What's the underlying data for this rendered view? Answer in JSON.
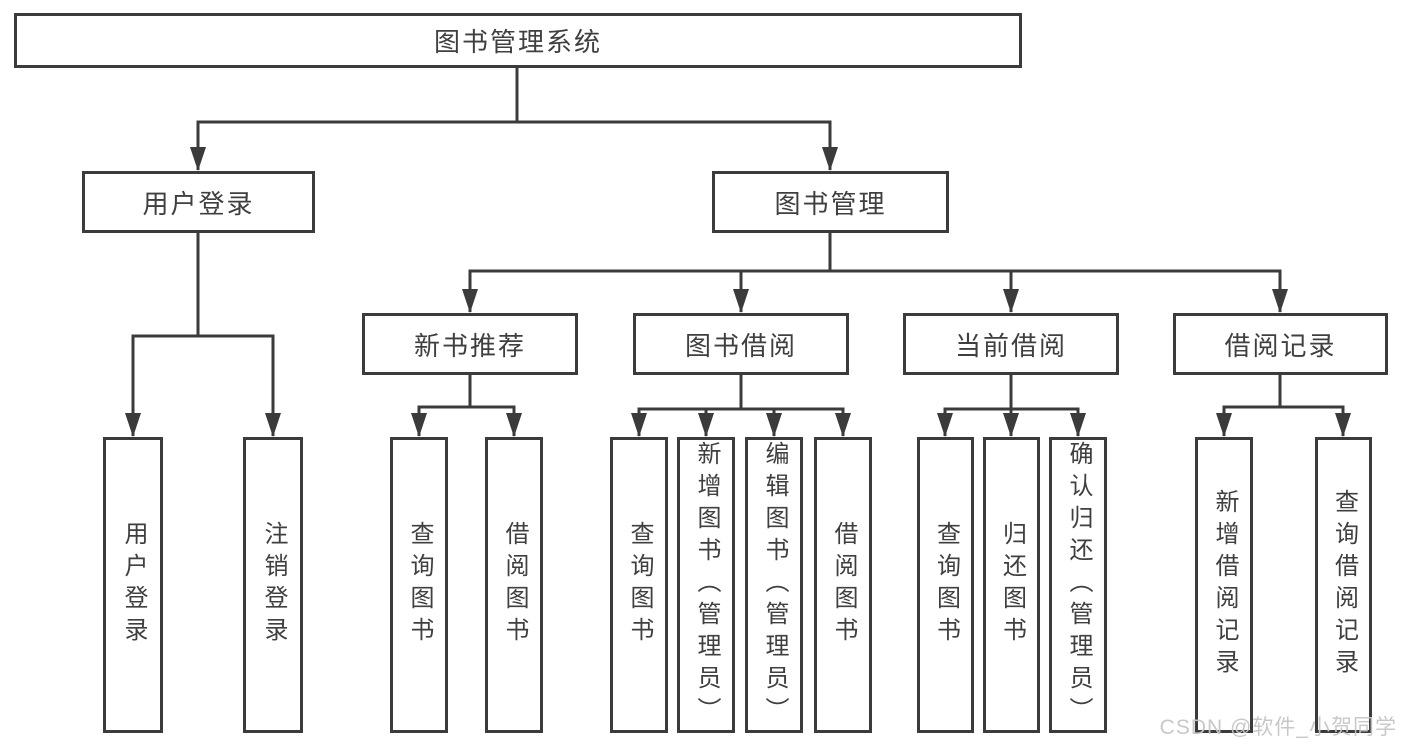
{
  "diagram": {
    "type": "hierarchy-tree",
    "nodes": {
      "root": "图书管理系统",
      "login": "用户登录",
      "book_mgmt": "图书管理",
      "new_recommend": "新书推荐",
      "book_borrow": "图书借阅",
      "current_borrow": "当前借阅",
      "borrow_records": "借阅记录",
      "user_login": "用户登录",
      "logout": "注销登录",
      "query_books_a": "查询图书",
      "borrow_books_a": "借阅图书",
      "query_books_b": "查询图书",
      "add_books": "新增图书（管理员）",
      "edit_books": "编辑图书（管理员）",
      "borrow_books_b": "借阅图书",
      "query_books_c": "查询图书",
      "return_books": "归还图书",
      "confirm_return": "确认归还（管理员）",
      "add_borrow_record": "新增借阅记录",
      "query_borrow_record": "查询借阅记录"
    },
    "hierarchy": {
      "图书管理系统": {
        "用户登录": [
          "用户登录",
          "注销登录"
        ],
        "图书管理": {
          "新书推荐": [
            "查询图书",
            "借阅图书"
          ],
          "图书借阅": [
            "查询图书",
            "新增图书（管理员）",
            "编辑图书（管理员）",
            "借阅图书"
          ],
          "当前借阅": [
            "查询图书",
            "归还图书",
            "确认归还（管理员）"
          ],
          "借阅记录": [
            "新增借阅记录",
            "查询借阅记录"
          ]
        }
      }
    }
  },
  "watermark": "CSDN @软件_小贺同学",
  "colors": {
    "line": "#3b3b3b",
    "text": "#3f3f3f",
    "box_fill": "#ffffff",
    "watermark": "#c6c6c6",
    "background": "#ffffff"
  }
}
